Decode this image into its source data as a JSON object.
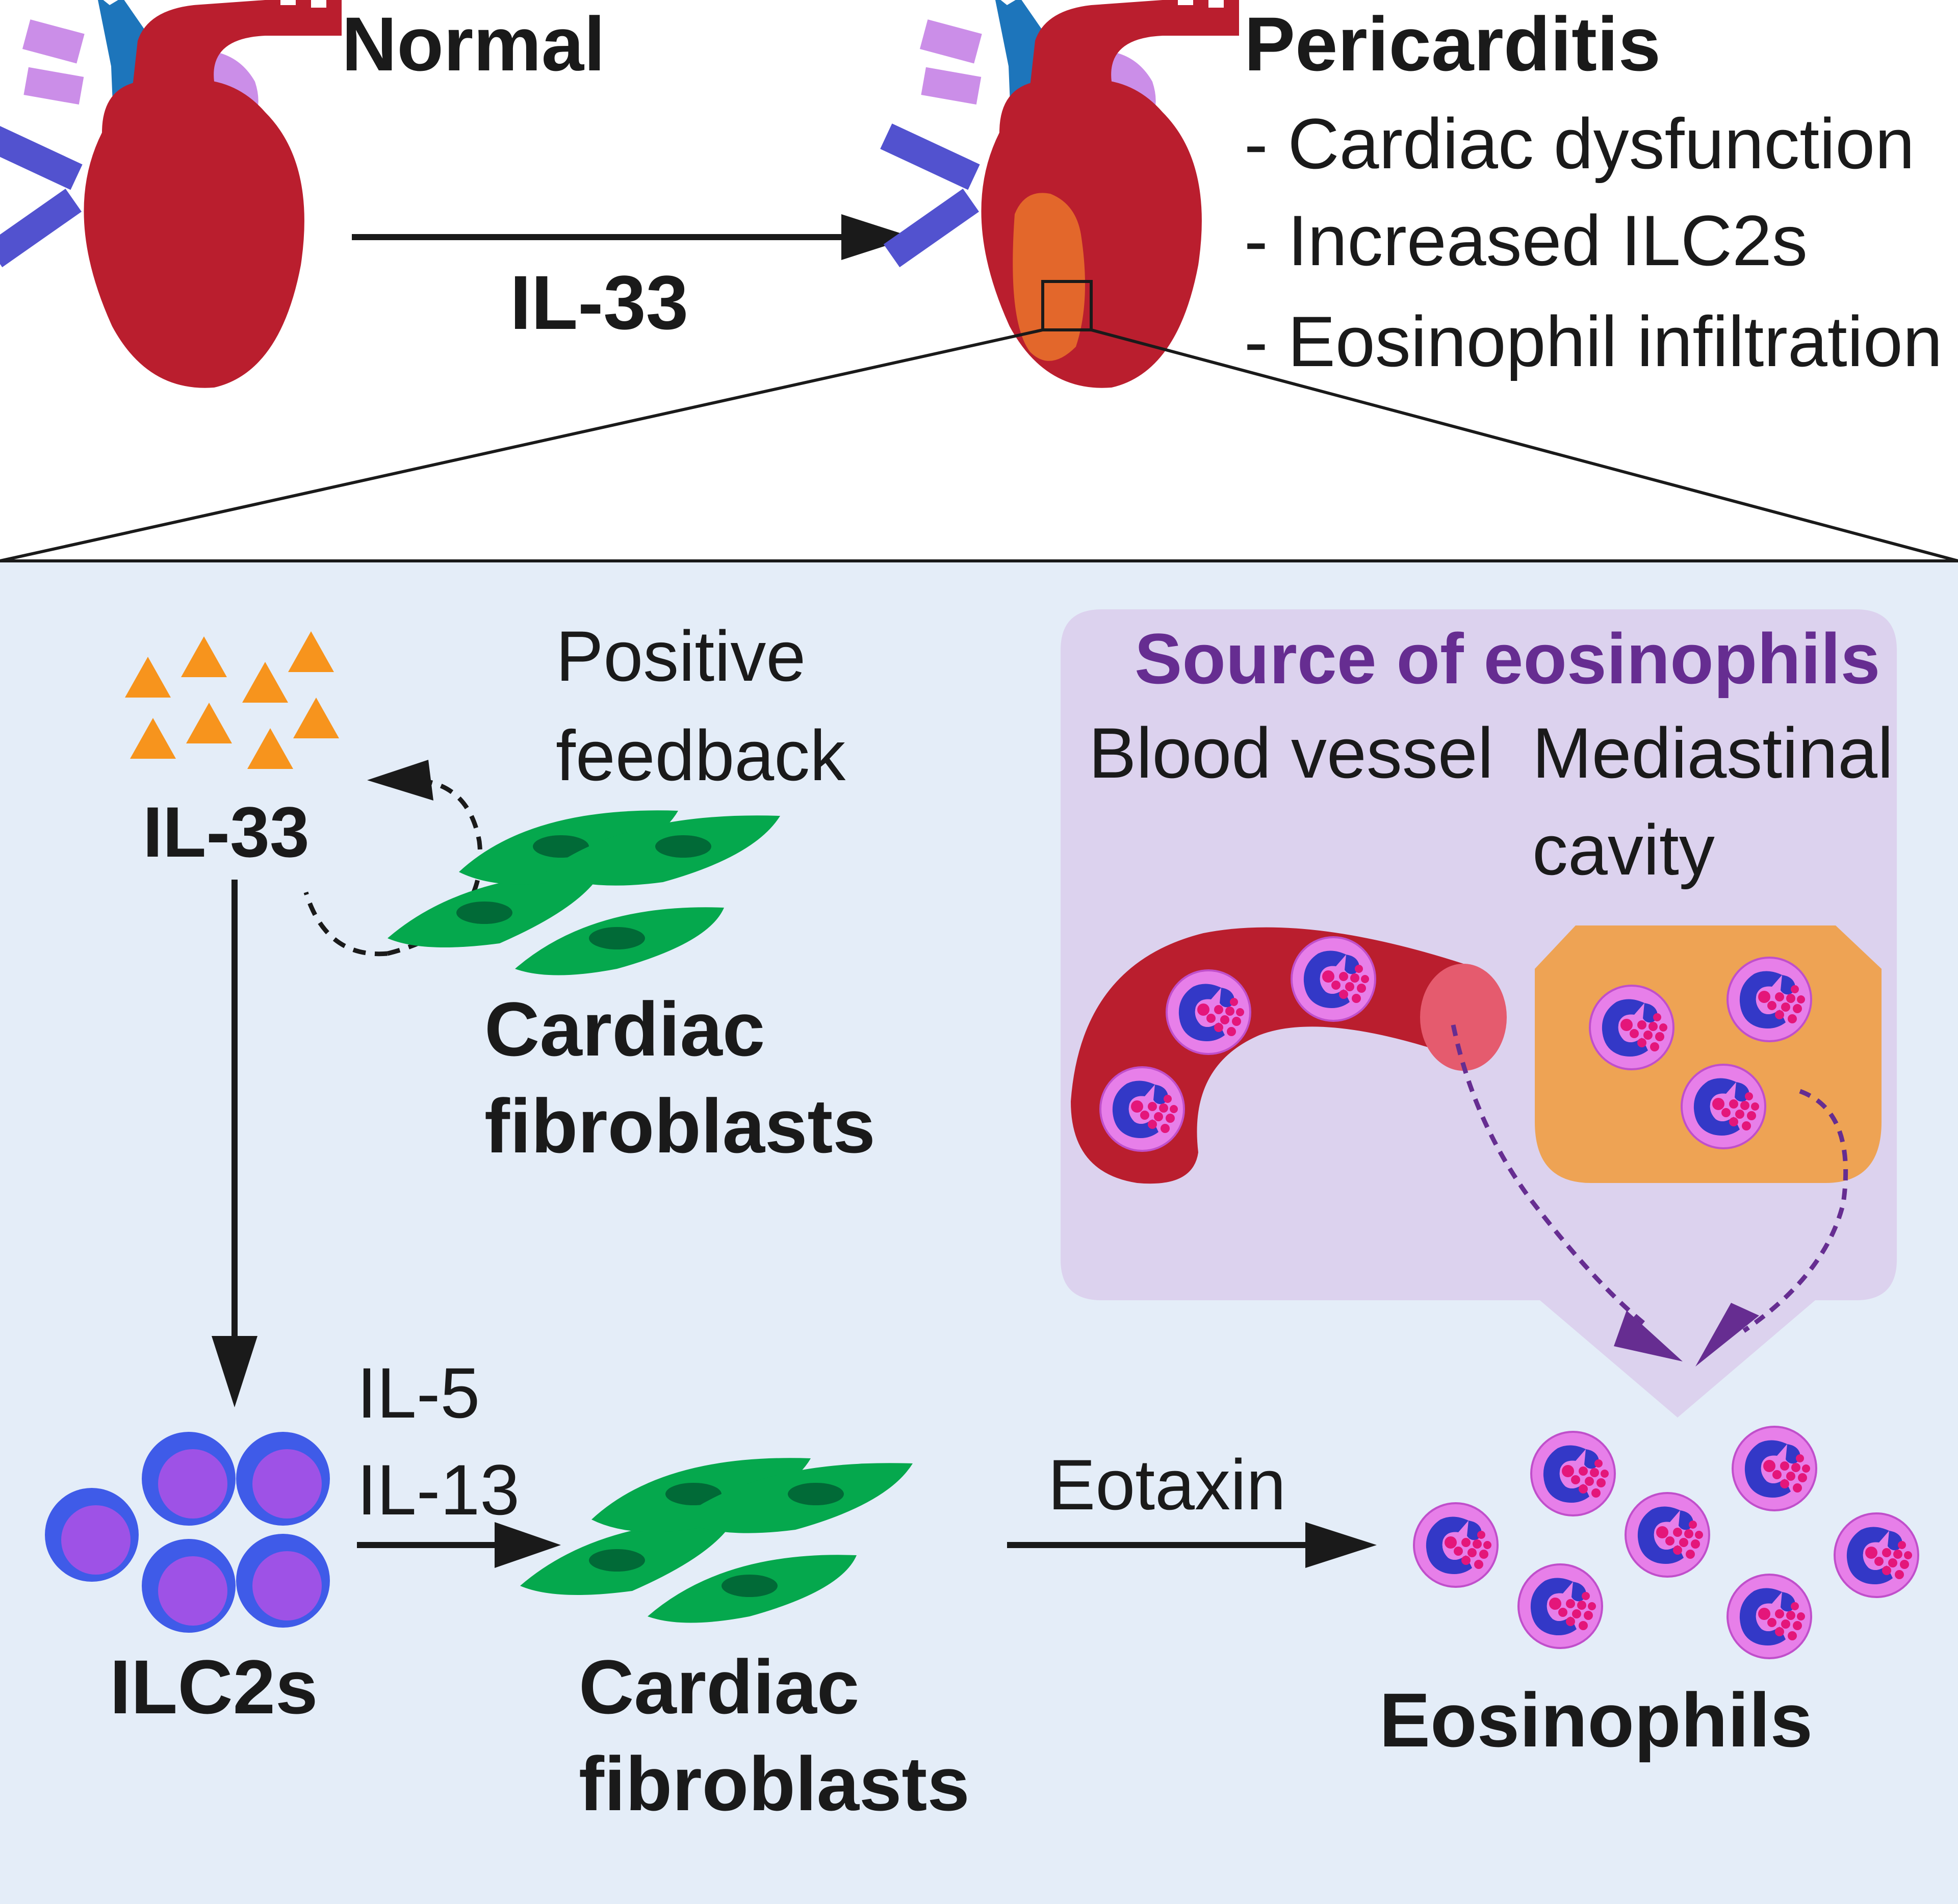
{
  "top": {
    "normal_label": "Normal",
    "arrow_label": "IL-33",
    "pericarditis_title": "Pericarditis",
    "findings": [
      "- Cardiac dysfunction",
      "- Increased ILC2s",
      "- Eosinophil infiltration"
    ]
  },
  "panel": {
    "il33_label": "IL-33",
    "feedback_label_line1": "Positive",
    "feedback_label_line2": "feedback",
    "fibroblasts_upper_line1": "Cardiac",
    "fibroblasts_upper_line2": "fibroblasts",
    "source_box": {
      "title": "Source of eosinophils",
      "blood_vessel": "Blood vessel",
      "mediastinal_line1": "Mediastinal",
      "mediastinal_line2": "cavity"
    },
    "cytokine1": "IL-5",
    "cytokine2": "IL-13",
    "ilc2s_label": "ILC2s",
    "fibroblasts_lower_line1": "Cardiac",
    "fibroblasts_lower_line2": "fibroblasts",
    "eotaxin_label": "Eotaxin",
    "eosinophils_label": "Eosinophils"
  },
  "colors": {
    "heart_red": "#BA1E2E",
    "aorta_blue": "#1D75BB",
    "vessel_lavender": "#CB8EE8",
    "vein_indigo": "#5252CF",
    "inflamed_orange": "#E3672B",
    "panel_bg": "#E4EDF8",
    "source_box_bg": "#DCD2EE",
    "source_title": "#662D91",
    "il33_orange": "#F7941D",
    "fibroblast_green": "#05A84D",
    "fibroblast_nucleus": "#016A37",
    "ilc2_blue": "#3F5BE8",
    "ilc2_purple": "#9E52E6",
    "eosinophil_pink": "#E77FE9",
    "eosinophil_nucleus": "#3338C7",
    "granule_magenta": "#E4167A",
    "mediastinal_orange": "#EEA354",
    "dashed_purple": "#662D91"
  }
}
